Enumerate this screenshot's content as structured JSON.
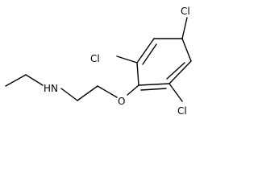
{
  "molecule": {
    "atoms": {
      "nh": "HN",
      "o": "O",
      "cl_top": "Cl",
      "cl_left": "Cl",
      "cl_right": "Cl"
    },
    "colors": {
      "bond": "#000000",
      "label": "#000000",
      "background": "#ffffff"
    }
  }
}
